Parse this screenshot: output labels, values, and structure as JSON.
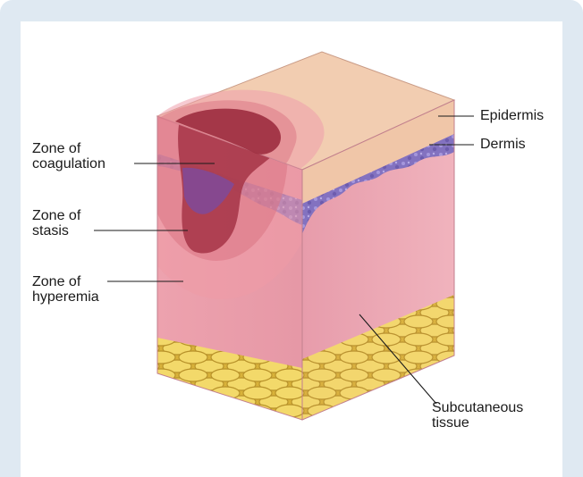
{
  "labels": {
    "epidermis": "Epidermis",
    "dermis": "Dermis",
    "zone_coagulation": "Zone of\ncoagulation",
    "zone_stasis": "Zone of\nstasis",
    "zone_hyperemia": "Zone of\nhyperemia",
    "subcutaneous": "Subcutaneous\ntissue"
  },
  "colors": {
    "frame": "#dfe9f2",
    "epidermis": "#f0c6a8",
    "dermis": "#8a78c4",
    "dermis_tissue": "#e8a2b0",
    "subcutaneous_fat": "#e9c94a",
    "zone_hyperemia": "#ee9aa6",
    "zone_stasis": "#d9707e",
    "zone_coagulation": "#a8384a"
  }
}
